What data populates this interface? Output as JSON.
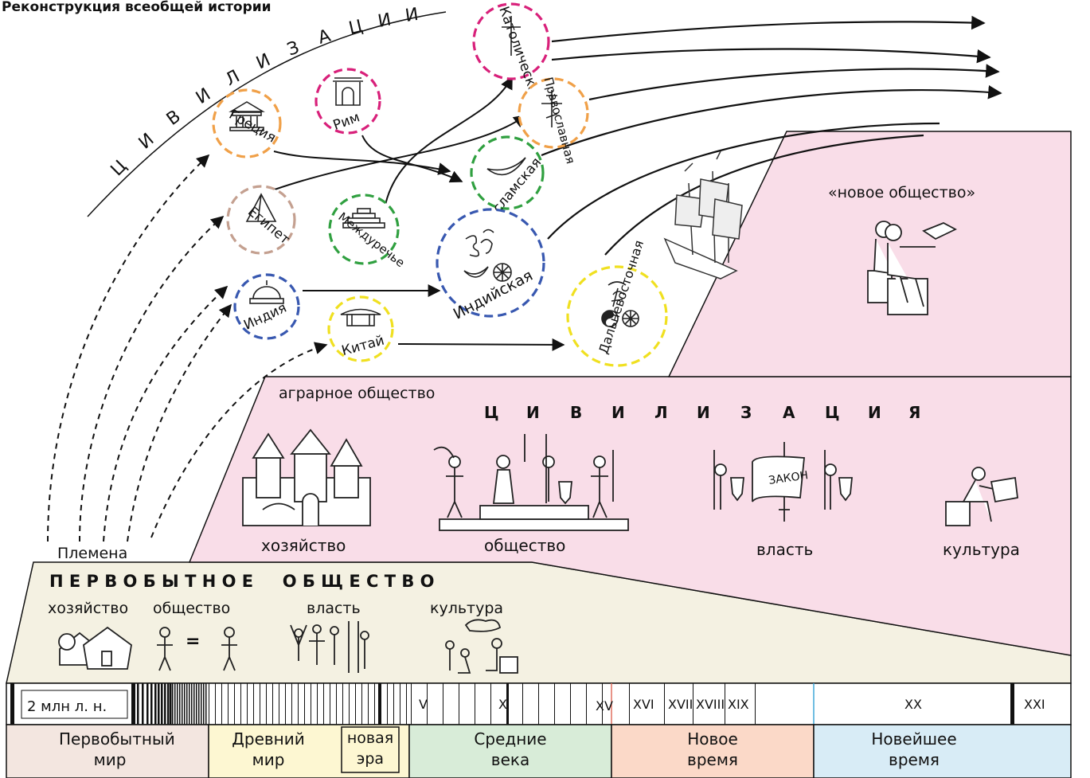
{
  "title": "Реконструкция всеобщей истории",
  "civ_arc_letters": [
    "Ц",
    "И",
    "В",
    "И",
    "Л",
    "И",
    "З",
    "А",
    "Ц",
    "И",
    "И"
  ],
  "circles": {
    "greece": {
      "label": "Греция",
      "color": "#f0a048"
    },
    "rome": {
      "label": "Рим",
      "color": "#d8207a"
    },
    "egypt": {
      "label": "Египет",
      "color": "#c4a090"
    },
    "mesopotamia": {
      "label": "Междуречье",
      "color": "#30a040"
    },
    "india": {
      "label": "Индия",
      "color": "#3858b0"
    },
    "china": {
      "label": "Китай",
      "color": "#f0e020"
    },
    "catholic": {
      "label": "Католическая",
      "color": "#d8207a"
    },
    "orthodox": {
      "label": "Православная",
      "color": "#f0a048"
    },
    "islamic": {
      "label": "Исламская",
      "color": "#30a040"
    },
    "indian": {
      "label": "Индийская",
      "color": "#3858b0"
    },
    "fareast": {
      "label": "Дальневосточная",
      "color": "#f0e020"
    }
  },
  "new_society": {
    "label": "«новое общество»"
  },
  "agrarian": {
    "label": "аграрное общество",
    "civ_heading": [
      "Ц",
      "И",
      "В",
      "И",
      "Л",
      "И",
      "З",
      "А",
      "Ц",
      "И",
      "Я"
    ],
    "law_scroll": "ЗАКОН",
    "items": {
      "economy": "хозяйство",
      "society": "общество",
      "power": "власть",
      "culture": "культура"
    }
  },
  "tribes_label": "Племена",
  "primitive": {
    "heading": "П Е Р В О Б Ы Т Н О Е     О Б Щ Е С Т В О",
    "items": {
      "economy": "хозяйство",
      "society": "общество",
      "power": "власть",
      "culture": "культура"
    },
    "equals": "="
  },
  "timeline": {
    "start_label": "2 млн л. н.",
    "centuries": [
      "V",
      "X",
      "XV",
      "XVI",
      "XVII",
      "XVIII",
      "XIX",
      "XX",
      "XXI"
    ]
  },
  "eras": [
    {
      "label": "Первобытный мир",
      "color": "#f3e6e0"
    },
    {
      "label": "Древний мир",
      "color": "#fdf7d2"
    },
    {
      "label": "новая эра",
      "color": "#fdf7d2"
    },
    {
      "label": "Средние века",
      "color": "#d8ecd8"
    },
    {
      "label": "Новое время",
      "color": "#fbd9c8"
    },
    {
      "label": "Новейшее время",
      "color": "#d8ecf6"
    }
  ],
  "colors": {
    "pink_panel": "#f9dde8",
    "beige_panel": "#f4f1e2"
  }
}
